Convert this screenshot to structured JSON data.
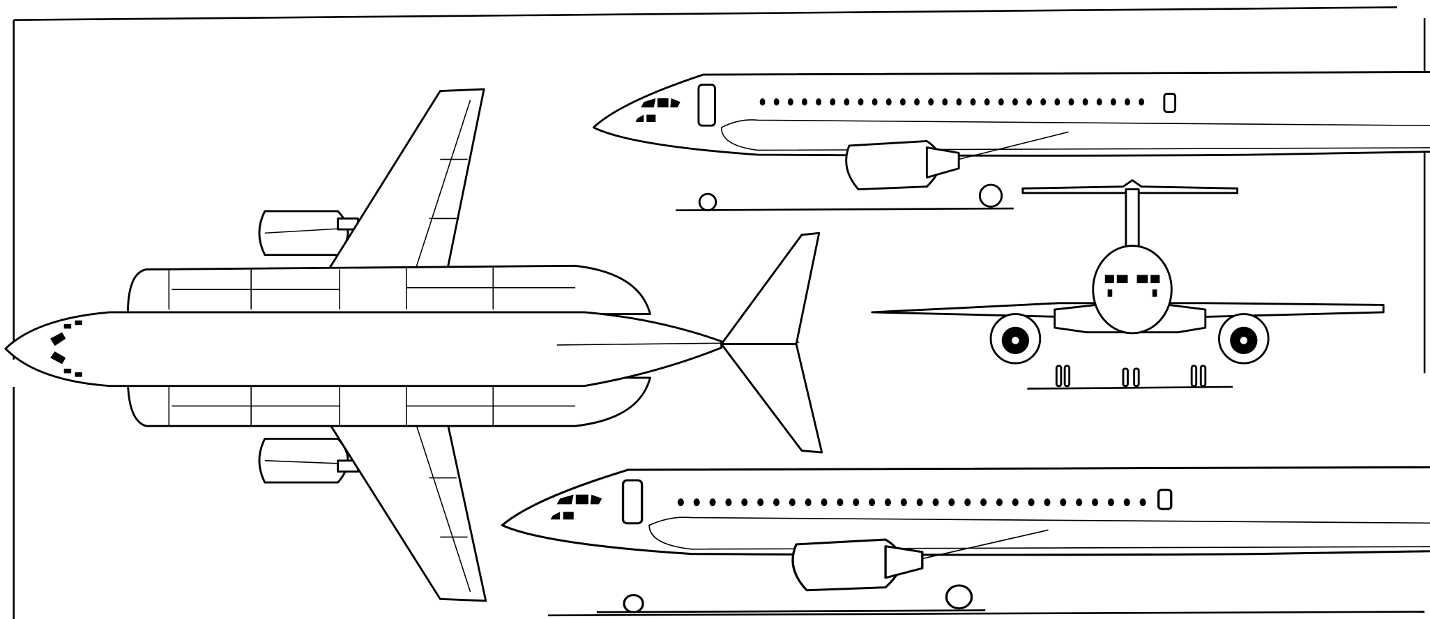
{
  "colors": {
    "line": "#000000",
    "background": "#ffffff"
  },
  "views": [
    "plan-view",
    "side-view-upper",
    "front-view",
    "side-view-lower"
  ]
}
